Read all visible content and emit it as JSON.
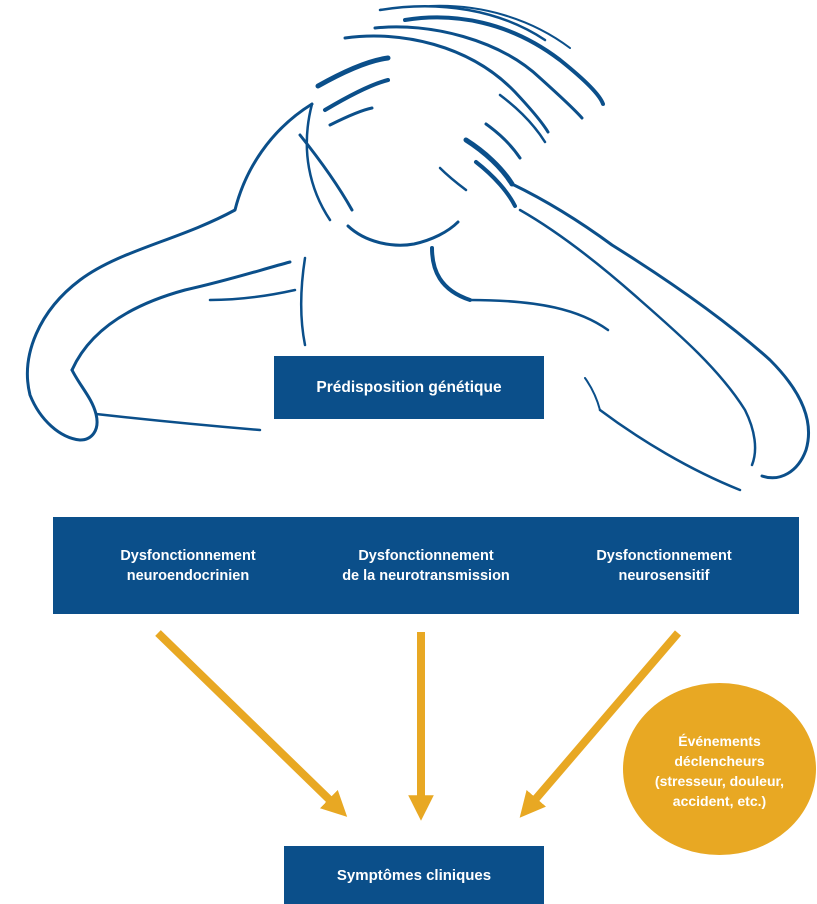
{
  "colors": {
    "navy": "#0b4f8a",
    "gold": "#e8a823",
    "white": "#ffffff"
  },
  "illustration": {
    "icon": "woman-holding-head-line-drawing"
  },
  "boxes": {
    "predisposition": "Prédisposition génétique",
    "dysfunctions": [
      "Dysfonctionnement\nneuroendocrinien",
      "Dysfonctionnement\nde la neurotransmission",
      "Dysfonctionnement\nneurosensitif"
    ],
    "symptoms": "Symptômes cliniques"
  },
  "triggers": {
    "text": "Événements\ndéclencheurs\n(stresseur, douleur,\naccident, etc.)"
  }
}
